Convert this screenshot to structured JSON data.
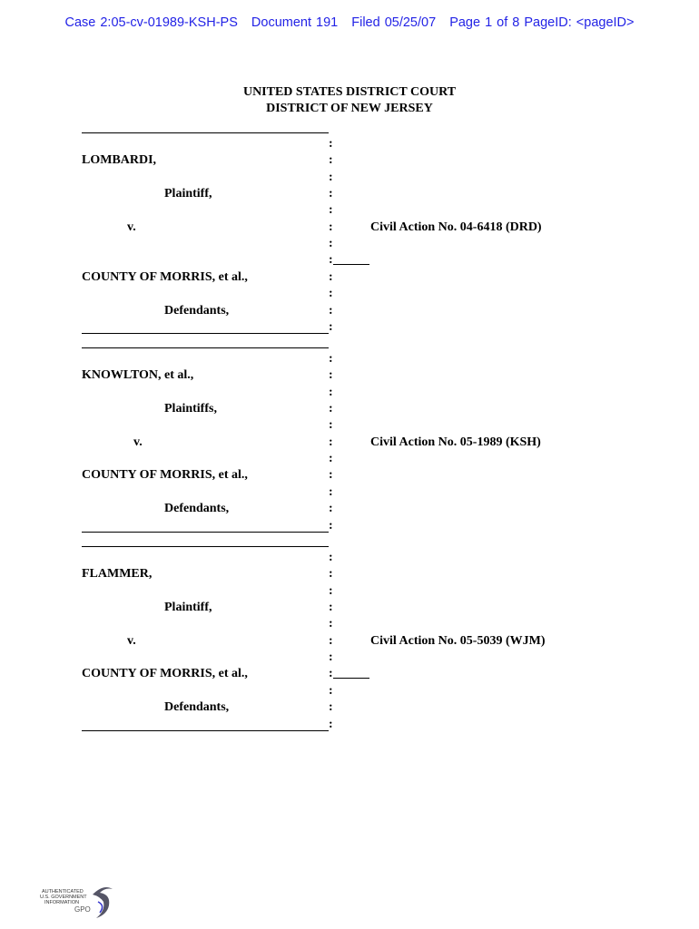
{
  "header": {
    "case": "Case 2:05-cv-01989-KSH-PS",
    "document": "Document 191",
    "filed": "Filed 05/25/07",
    "page": "Page 1 of 8 PageID: <pageID>"
  },
  "court": {
    "line1": "UNITED STATES DISTRICT COURT",
    "line2": "DISTRICT OF NEW JERSEY"
  },
  "captions": [
    {
      "rows": 12,
      "items": [
        {
          "row": 1,
          "text": "LOMBARDI,",
          "indent": 0
        },
        {
          "row": 3,
          "text": "Plaintiff,",
          "indent": 1
        },
        {
          "row": 5,
          "text": "v.",
          "indent": 2,
          "right": "Civil Action No. 04-6418 (DRD)"
        },
        {
          "row": 7,
          "blank": true
        },
        {
          "row": 8,
          "text": "COUNTY OF MORRIS, et al.,",
          "indent": 0
        },
        {
          "row": 10,
          "text": "Defendants,",
          "indent": 1
        }
      ]
    },
    {
      "rows": 11,
      "items": [
        {
          "row": 1,
          "text": "KNOWLTON, et al.,",
          "indent": 0
        },
        {
          "row": 3,
          "text": "Plaintiffs,",
          "indent": 1
        },
        {
          "row": 5,
          "text": "v.",
          "indent": 3,
          "right": "Civil Action No. 05-1989 (KSH)"
        },
        {
          "row": 7,
          "text": "COUNTY OF MORRIS, et al.,",
          "indent": 0
        },
        {
          "row": 9,
          "text": "Defendants,",
          "indent": 1
        }
      ]
    },
    {
      "rows": 11,
      "items": [
        {
          "row": 1,
          "text": "FLAMMER,",
          "indent": 0
        },
        {
          "row": 3,
          "text": "Plaintiff,",
          "indent": 1
        },
        {
          "row": 5,
          "text": "v.",
          "indent": 2,
          "right": "Civil Action No.  05-5039 (WJM)"
        },
        {
          "row": 7,
          "text": "COUNTY OF MORRIS, et al.,",
          "indent": 0,
          "blank": true
        },
        {
          "row": 9,
          "text": "Defendants,",
          "indent": 1
        }
      ]
    }
  ],
  "colon": ":",
  "logo": {
    "text": "AUTHENTICATED U.S. GOVERNMENT INFORMATION GPO"
  }
}
